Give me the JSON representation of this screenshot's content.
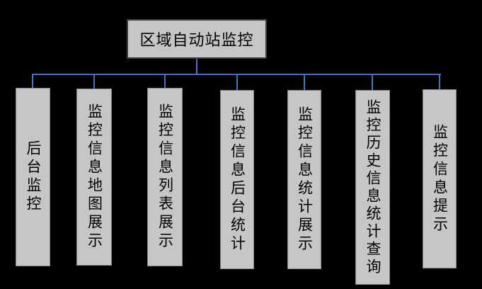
{
  "diagram": {
    "root": {
      "label": "区域自动站监控"
    },
    "children": [
      {
        "label": "后台监控"
      },
      {
        "label": "监控信息地图展示"
      },
      {
        "label": "监控信息列表展示"
      },
      {
        "label": "监控信息后台统计"
      },
      {
        "label": "监控信息统计展示"
      },
      {
        "label": "监控历史信息统计查询"
      },
      {
        "label": "监控信息提示"
      }
    ],
    "colors": {
      "background": "#000000",
      "box_fill": "#c6c6c6",
      "box_border": "#848484",
      "root_border": "#3d3d3d",
      "connector": "#4472c4",
      "text": "#000000"
    }
  }
}
